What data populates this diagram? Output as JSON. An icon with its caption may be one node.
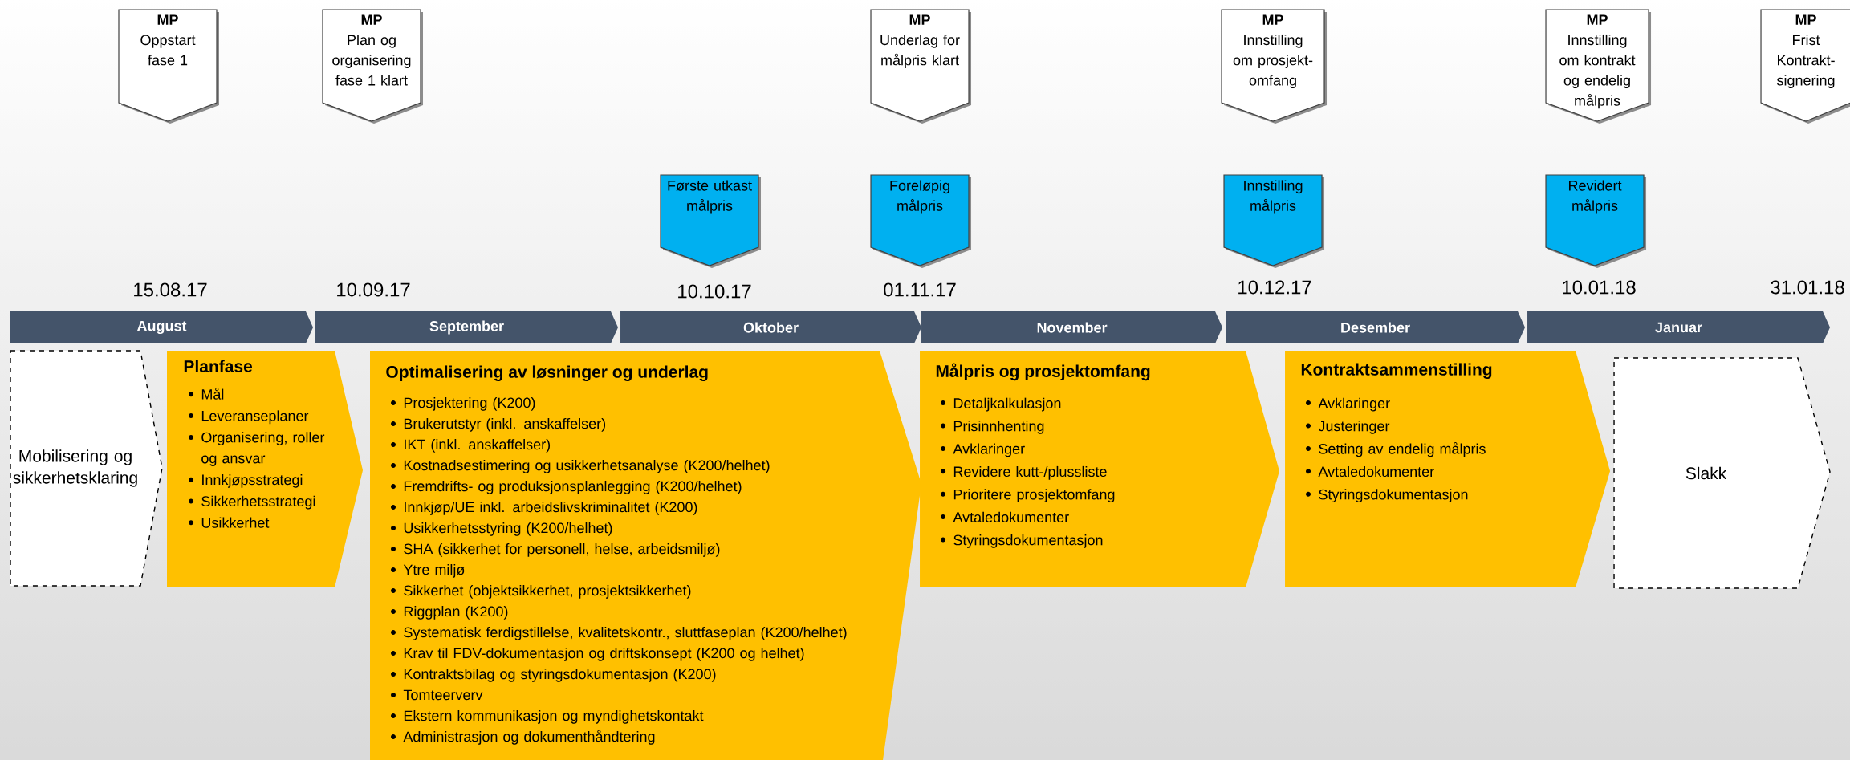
{
  "diagram": {
    "nodes": [
      {
        "text": [
          "MP",
          "Oppstart fase 1"
        ]
      },
      {
        "text": [
          "MP",
          "Plan og organisering fase 1 klart"
        ]
      },
      {
        "text": [
          "MP",
          "Underlag for målpris klart"
        ]
      },
      {
        "text": [
          "MP",
          "Innstilling om prosjekt-omfang"
        ]
      },
      {
        "text": [
          "MP",
          "Innstilling om kontrakt og endelig målpris"
        ]
      },
      {
        "text": [
          "MP",
          "Frist Kontrakt-signering"
        ]
      },
      {
        "text": [
          "Første utkast målpris"
        ]
      },
      {
        "text": [
          "Foreløpig målpris"
        ]
      },
      {
        "text": [
          "Innstilling målpris"
        ]
      },
      {
        "text": [
          "Revidert målpris"
        ]
      },
      {
        "text": [
          "August"
        ]
      },
      {
        "text": [
          "September"
        ]
      },
      {
        "text": [
          "Oktober"
        ]
      },
      {
        "text": [
          "November"
        ]
      },
      {
        "text": [
          "Desember"
        ]
      },
      {
        "text": [
          "Januar"
        ]
      },
      {
        "text": [
          "Mobilisering og sikkerhetsklaring"
        ]
      },
      {
        "text": [
          "Planfase",
          "Mål",
          "Leveranseplaner",
          "Organisering, roller og ansvar",
          "Innkjøpsstrategi",
          "Sikkerhetsstrategi",
          "Usikkerhet"
        ]
      },
      {
        "text": [
          "Optimalisering av løsninger og underlag",
          "Prosjektering (K200)",
          "Brukerutstyr (inkl. anskaffelser)",
          "IKT (inkl. anskaffelser)",
          "Kostnadsestimering og usikkerhetsanalyse (K200/helhet)",
          "Fremdrifts- og produksjonsplanlegging (K200/helhet)",
          "Innkjøp/UE inkl. arbeidslivskriminalitet (K200)",
          "Usikkerhetsstyring (K200/helhet)",
          "SHA (sikkerhet for personell, helse, arbeidsmiljø)",
          "Ytre miljø",
          "Sikkerhet (objektsikkerhet, prosjektsikkerhet)",
          "Riggplan (K200)",
          "Systematisk ferdigstillelse, kvalitetskontr., sluttfaseplan (K200/helhet)",
          "Krav til FDV-dokumentasjon og driftskonsept (K200 og helhet)",
          "Kontraktsbilag og styringsdokumentasjon (K200)",
          "Tomteerverv",
          "Ekstern kommunikasjon og myndighetskontakt",
          "Administrasjon og dokumenthåndtering"
        ]
      },
      {
        "text": [
          "Målpris og prosjektomfang",
          "Detaljkalkulasjon",
          "Prisinnhenting",
          "Avklaringer",
          "Revidere kutt-/plussliste",
          "Prioritere prosjektomfang",
          "Avtaledokumenter",
          "Styringsdokumentasjon"
        ]
      },
      {
        "text": [
          "Kontraktsammenstilling",
          "Avklaringer",
          "Justeringer",
          "Setting av endelig målpris",
          "Avtaledokumenter",
          "Styringsdokumentasjon"
        ]
      },
      {
        "text": [
          "Slakk"
        ]
      }
    ],
    "labels": [
      "15.08.17",
      "10.09.17",
      "10.10.17",
      "01.11.17",
      "10.12.17",
      "10.01.18",
      "31.01.18"
    ]
  }
}
